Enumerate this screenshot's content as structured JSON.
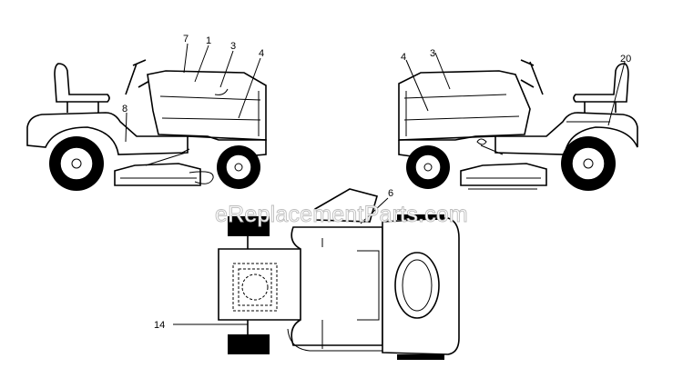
{
  "watermark": "eReplacementParts.com",
  "callouts": {
    "left_view": [
      "7",
      "1",
      "3",
      "4",
      "8"
    ],
    "right_view": [
      "4",
      "3",
      "20"
    ],
    "top_view": [
      "6",
      "14"
    ]
  }
}
